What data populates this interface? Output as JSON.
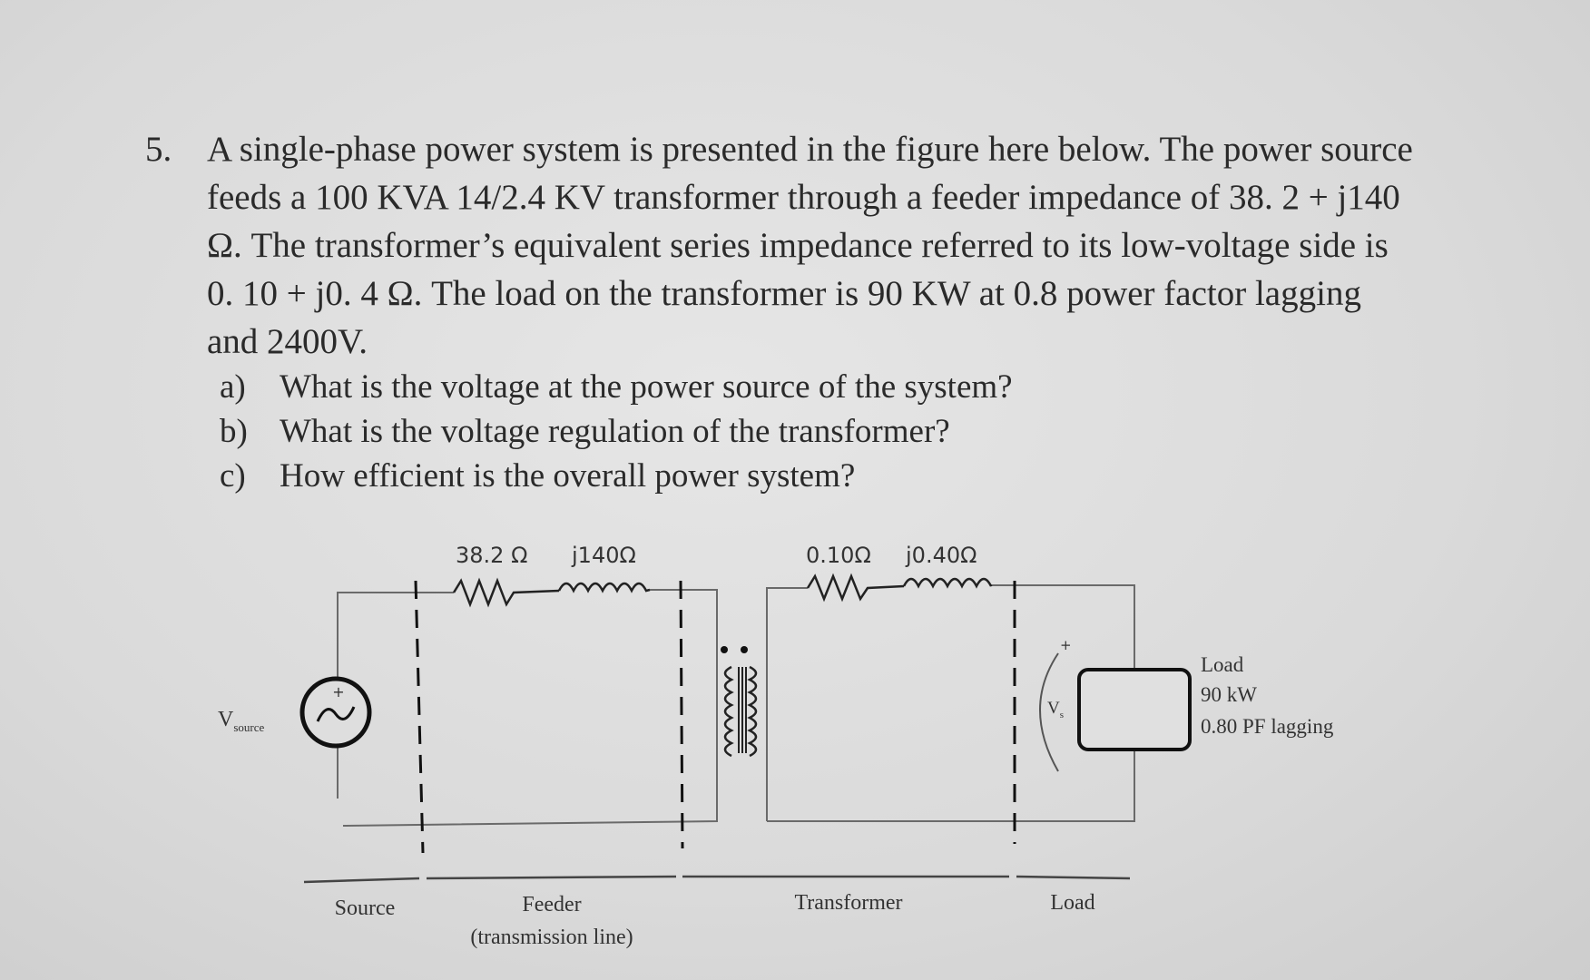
{
  "problem": {
    "number": "5.",
    "lines": [
      "A single-phase power system is presented in the figure here below. The power source",
      "feeds a 100 KVA 14/2.4 KV transformer through a feeder impedance of 38. 2 + j140",
      "Ω. The transformer’s equivalent series impedance referred to its low-voltage side is",
      "0. 10 + j0. 4 Ω. The load on the transformer is 90 KW at 0.8 power factor lagging",
      "and 2400V."
    ],
    "subquestions": [
      {
        "label": "a)",
        "text": "What is the voltage at the power source of the system?"
      },
      {
        "label": "b)",
        "text": "What is the voltage regulation of the transformer?"
      },
      {
        "label": "c)",
        "text": "How efficient is the overall power system?"
      }
    ]
  },
  "circuit": {
    "feeder_r": "38.2 Ω",
    "feeder_x": "j140Ω",
    "xfmr_r": "0.10Ω",
    "xfmr_x": "j0.40Ω",
    "source_label_main": "V",
    "source_label_sub": "source",
    "vs_label_main": "V",
    "vs_label_sub": "s",
    "plus_sign": "+",
    "load_info": [
      "Load",
      "90 kW",
      "0.80 PF lagging"
    ],
    "sections": {
      "source": "Source",
      "feeder": "Feeder",
      "feeder_note": "(transmission line)",
      "transformer": "Transformer",
      "load": "Load"
    }
  }
}
